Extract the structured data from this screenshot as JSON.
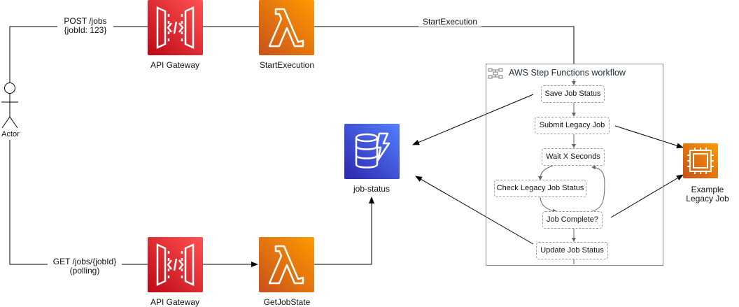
{
  "actor": {
    "label": "Actor"
  },
  "edges": {
    "post_line1": "POST /jobs",
    "post_line2": "{jobId: 123}",
    "get_line1": "GET /jobs/{jobId}",
    "get_line2": "(polling)",
    "start_execution": "StartExecution"
  },
  "services": {
    "api_gateway_top": "API Gateway",
    "lambda_start": "StartExecution",
    "api_gateway_bottom": "API Gateway",
    "lambda_get": "GetJobState",
    "dynamodb": "job-status",
    "ec2_line1": "Example",
    "ec2_line2": "Legacy Job"
  },
  "workflow": {
    "title": "AWS Step Functions workflow",
    "states": {
      "save": "Save Job Status",
      "submit": "Submit Legacy Job",
      "wait": "Wait X Seconds",
      "check": "Check Legacy Job Status",
      "complete": "Job Complete?",
      "update": "Update Job Status"
    }
  },
  "colors": {
    "api_gateway": "#e7157b",
    "lambda": "#ff9900",
    "dynamodb": "#3b48cc",
    "ec2": "#ff9900"
  }
}
